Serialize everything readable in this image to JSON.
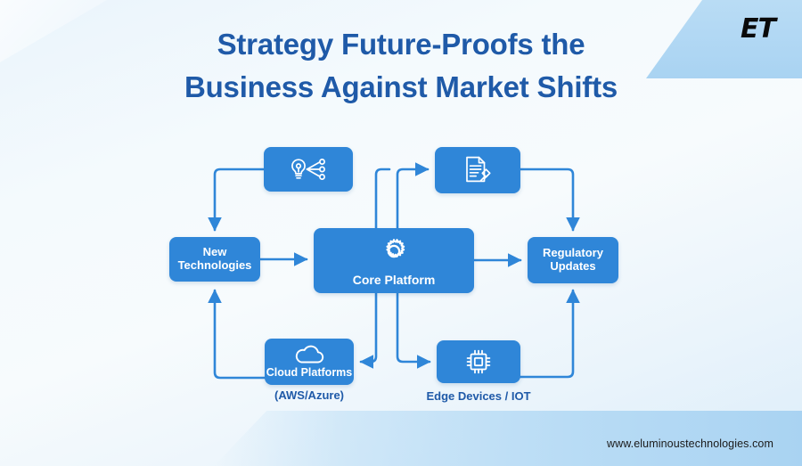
{
  "brand": {
    "logo_text": "ET",
    "website": "www.eluminoustechnologies.com"
  },
  "header": {
    "title_line_1": "Strategy Future-Proofs the",
    "title_line_2": "Business Against Market Shifts"
  },
  "colors": {
    "title": "#1f5aa8",
    "node_fill": "#2f86d8",
    "node_text": "#ffffff",
    "connector": "#2f86d8",
    "caption": "#1f5aa8",
    "background_light": "#f4fafd",
    "background_accent": "#b9dcf5"
  },
  "diagram": {
    "type": "flow-diagram",
    "nodes": [
      {
        "id": "innovation",
        "label": "",
        "icon": "lightbulb-network-icon",
        "position": "top-left"
      },
      {
        "id": "compliance",
        "label": "",
        "icon": "document-gavel-icon",
        "position": "top-right"
      },
      {
        "id": "new-technologies",
        "label_line_1": "New",
        "label_line_2": "Technologies",
        "icon": "",
        "position": "left"
      },
      {
        "id": "core-platform",
        "label": "Core Platform",
        "icon": "gear-icon",
        "position": "center"
      },
      {
        "id": "regulatory-updates",
        "label_line_1": "Regulatory",
        "label_line_2": "Updates",
        "icon": "",
        "position": "right"
      },
      {
        "id": "cloud-platforms",
        "label": "Cloud Platforms",
        "caption": "(AWS/Azure)",
        "icon": "cloud-icon",
        "position": "bottom-left"
      },
      {
        "id": "edge-devices",
        "label": "",
        "caption": "Edge Devices / IOT",
        "icon": "microchip-icon",
        "position": "bottom-right"
      }
    ],
    "connections": [
      {
        "from": "innovation",
        "to": "new-technologies",
        "arrow": "down"
      },
      {
        "from": "core-platform",
        "to": "innovation",
        "arrow": "none"
      },
      {
        "from": "core-platform",
        "to": "compliance",
        "arrow": "right"
      },
      {
        "from": "new-technologies",
        "to": "core-platform",
        "arrow": "right"
      },
      {
        "from": "core-platform",
        "to": "regulatory-updates",
        "arrow": "right"
      },
      {
        "from": "compliance",
        "to": "regulatory-updates",
        "arrow": "down"
      },
      {
        "from": "core-platform",
        "to": "cloud-platforms",
        "arrow": "left"
      },
      {
        "from": "core-platform",
        "to": "edge-devices",
        "arrow": "right"
      },
      {
        "from": "cloud-platforms",
        "to": "new-technologies",
        "arrow": "up"
      },
      {
        "from": "edge-devices",
        "to": "regulatory-updates",
        "arrow": "up"
      }
    ]
  }
}
